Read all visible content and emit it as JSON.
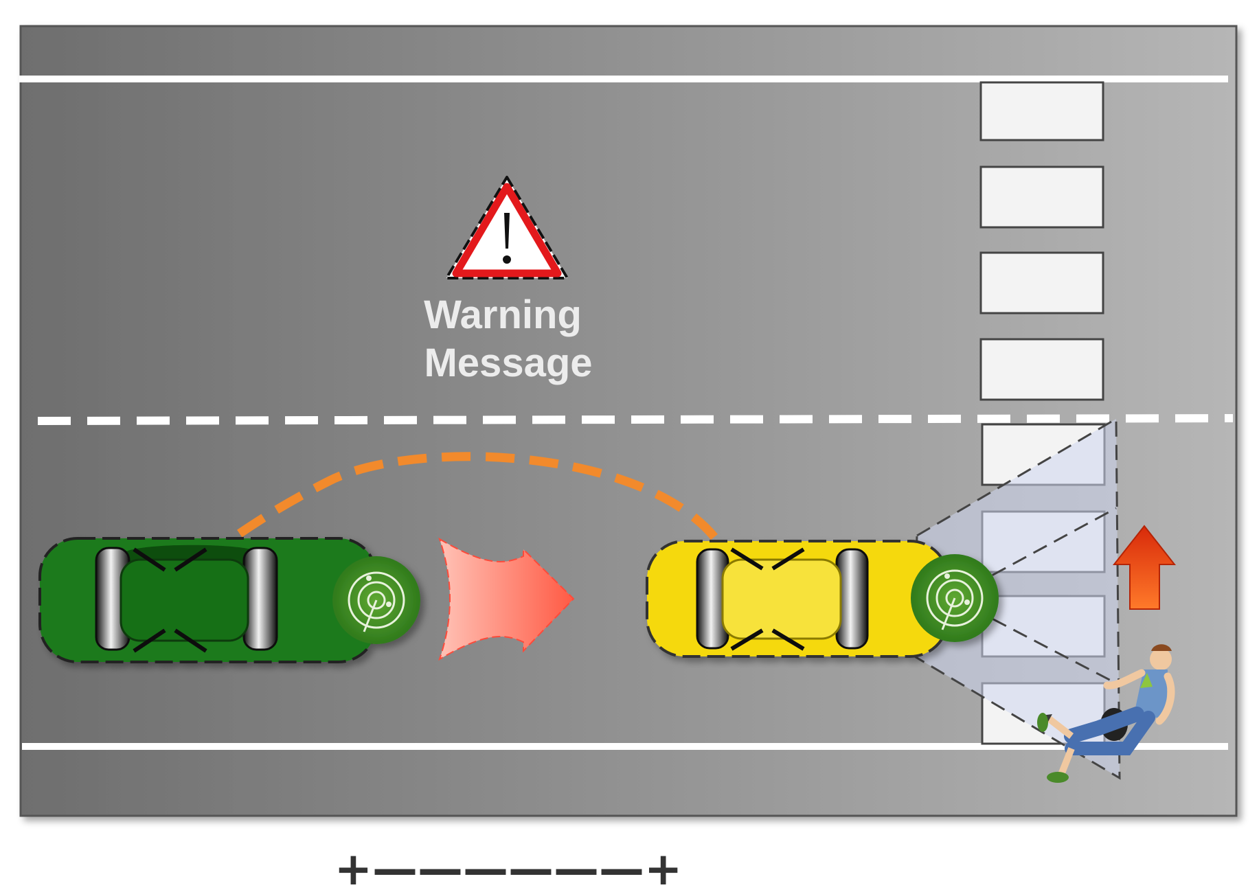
{
  "warning": {
    "line1": "Warning",
    "line2": "Message",
    "icon": "warning-triangle-icon"
  },
  "distance_indicator": "+——————+",
  "vehicles": [
    {
      "role": "following-vehicle",
      "color": "#1a7a1a",
      "sensor_icon": "radar-icon"
    },
    {
      "role": "leading-vehicle",
      "color": "#f5d90a",
      "sensor_icon": "radar-icon"
    }
  ],
  "colors": {
    "road_dark": "#6e6e6e",
    "road_light": "#b4b4b4",
    "lane_marking": "#ffffff",
    "warning_red": "#e3191c",
    "communication_arrow": "#f28a2c",
    "motion_arrow": "#ff6a55",
    "pedestrian_arrow": "#e8360e",
    "sensor_green": "#3e8e1e"
  }
}
